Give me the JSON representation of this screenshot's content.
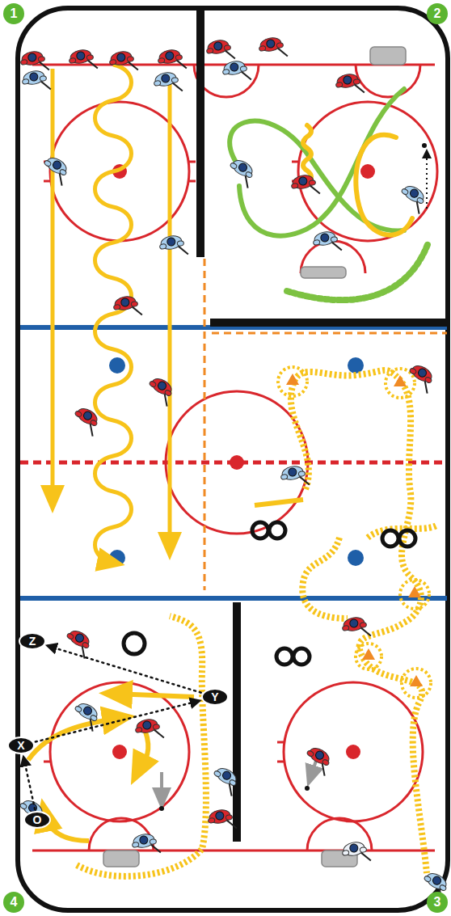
{
  "diagram": {
    "nodes": [
      {
        "text": [
          "1"
        ]
      },
      {
        "text": [
          "2"
        ]
      },
      {
        "text": [
          "Z"
        ]
      },
      {
        "text": [
          "Y"
        ]
      },
      {
        "text": [
          "X"
        ]
      },
      {
        "text": [
          "O"
        ]
      },
      {
        "text": [
          "4"
        ]
      },
      {
        "text": [
          "3"
        ]
      }
    ],
    "edges": [
      {
        "from": 5,
        "to": 4,
        "arrow": "to"
      },
      {
        "from": 4,
        "to": 3,
        "arrow": "to"
      },
      {
        "from": 3,
        "to": 2,
        "arrow": "to"
      }
    ]
  }
}
